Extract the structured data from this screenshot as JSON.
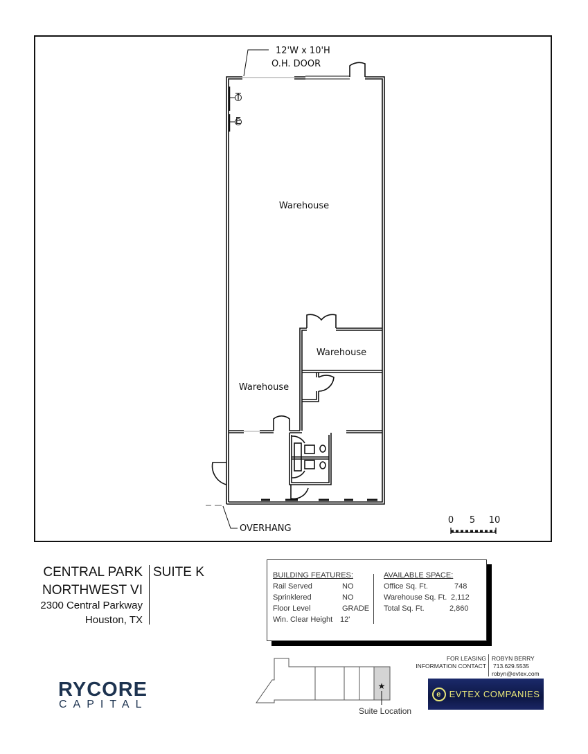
{
  "floor_plan": {
    "door_label_line1": "12'W x 10'H",
    "door_label_line2": "O.H. DOOR",
    "rooms": [
      "Warehouse",
      "Warehouse",
      "Warehouse"
    ],
    "overhang_label": "OVERHANG",
    "markers": [
      "T",
      "E"
    ],
    "scale": {
      "ticks": [
        "0",
        "5",
        "10"
      ]
    }
  },
  "property": {
    "name_line1": "CENTRAL PARK",
    "name_line2": "NORTHWEST VI",
    "address": "2300 Central Parkway",
    "city": "Houston, TX",
    "suite": "SUITE K"
  },
  "features": {
    "heading": "BUILDING FEATURES:",
    "items": [
      {
        "label": "Rail Served",
        "value": "NO"
      },
      {
        "label": "Sprinklered",
        "value": "NO"
      },
      {
        "label": "Floor Level",
        "value": "GRADE"
      },
      {
        "label": "Win. Clear Height",
        "value": "12'"
      }
    ]
  },
  "space": {
    "heading": "AVAILABLE SPACE:",
    "items": [
      {
        "label": "Office Sq. Ft.",
        "value": "748"
      },
      {
        "label": "Warehouse Sq. Ft.",
        "value": "2,112"
      },
      {
        "label": "Total Sq. Ft.",
        "value": "2,860"
      }
    ]
  },
  "site_plan": {
    "caption": "Suite Location",
    "highlight_color": "#d4d4d4"
  },
  "contact": {
    "label_line1": "FOR LEASING",
    "label_line2": "INFORMATION CONTACT",
    "name": "ROBYN BERRY",
    "phone": "713.629.5535",
    "email": "robyn@evtex.com"
  },
  "logos": {
    "rycore_line1": "RYCORE",
    "rycore_line2": "CAPITAL",
    "rycore_color": "#1d3350",
    "evtex": "EVTEX COMPANIES"
  }
}
